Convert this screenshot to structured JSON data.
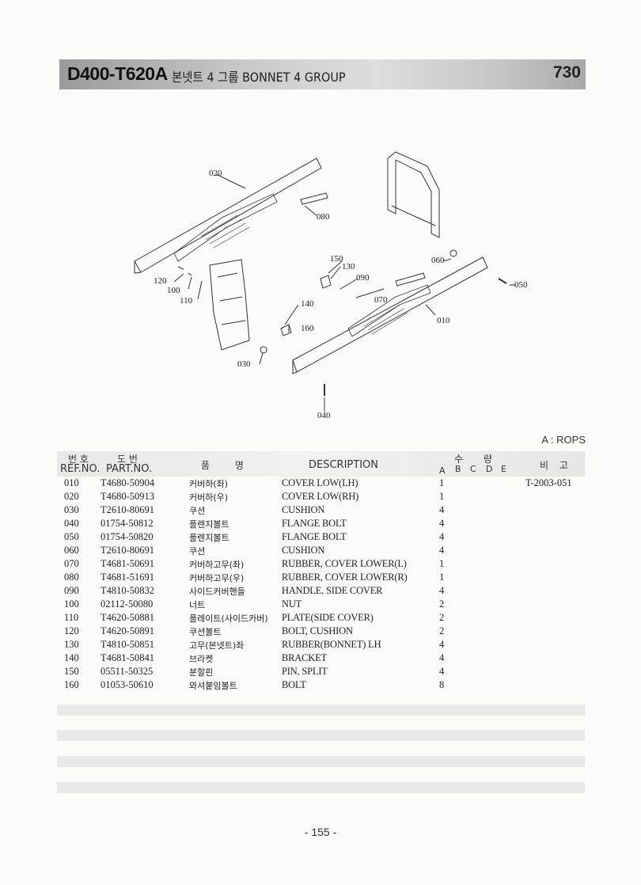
{
  "header": {
    "model": "D400-T620A",
    "group": "본넷트 4 그룹 BONNET 4 GROUP",
    "page_code": "730"
  },
  "diagram_labels": [
    "020",
    "080",
    "150",
    "130",
    "090",
    "060",
    "050",
    "120",
    "100",
    "110",
    "140",
    "070",
    "010",
    "160",
    "030",
    "040"
  ],
  "legend": "A : ROPS",
  "columns": {
    "ref_kor": "번 호",
    "ref": "REF.NO.",
    "part_kor": "도 번",
    "part": "PART.NO.",
    "name_kor": "품 명",
    "desc": "DESCRIPTION",
    "qty_kor": "수 량",
    "qty_sub": [
      "A",
      "B",
      "C",
      "D",
      "E"
    ],
    "remark_kor": "비 고"
  },
  "rows": [
    {
      "ref": "010",
      "part": "T4680-50904",
      "kor": "커버하(좌)",
      "desc": "COVER LOW(LH)",
      "qty": "1",
      "remark": "T-2003-051"
    },
    {
      "ref": "020",
      "part": "T4680-50913",
      "kor": "커버하(우)",
      "desc": "COVER LOW(RH)",
      "qty": "1",
      "remark": ""
    },
    {
      "ref": "030",
      "part": "T2610-80691",
      "kor": "쿠션",
      "desc": "CUSHION",
      "qty": "4",
      "remark": ""
    },
    {
      "ref": "040",
      "part": "01754-50812",
      "kor": "플렌지볼트",
      "desc": "FLANGE BOLT",
      "qty": "4",
      "remark": ""
    },
    {
      "ref": "050",
      "part": "01754-50820",
      "kor": "플렌지볼트",
      "desc": "FLANGE BOLT",
      "qty": "4",
      "remark": ""
    },
    {
      "ref": "060",
      "part": "T2610-80691",
      "kor": "쿠션",
      "desc": "CUSHION",
      "qty": "4",
      "remark": ""
    },
    {
      "ref": "070",
      "part": "T4681-50691",
      "kor": "커버하고무(좌)",
      "desc": "RUBBER, COVER LOWER(L)",
      "qty": "1",
      "remark": ""
    },
    {
      "ref": "080",
      "part": "T4681-51691",
      "kor": "커버하고무(우)",
      "desc": "RUBBER, COVER LOWER(R)",
      "qty": "1",
      "remark": ""
    },
    {
      "ref": "090",
      "part": "T4810-50832",
      "kor": "사이드커버핸들",
      "desc": "HANDLE, SIDE COVER",
      "qty": "4",
      "remark": ""
    },
    {
      "ref": "100",
      "part": "02112-50080",
      "kor": "너트",
      "desc": "NUT",
      "qty": "2",
      "remark": ""
    },
    {
      "ref": "110",
      "part": "T4620-50881",
      "kor": "플레이트(사이드카버)",
      "desc": "PLATE(SIDE COVER)",
      "qty": "2",
      "remark": ""
    },
    {
      "ref": "120",
      "part": "T4620-50891",
      "kor": "쿠션볼트",
      "desc": "BOLT, CUSHION",
      "qty": "2",
      "remark": ""
    },
    {
      "ref": "130",
      "part": "T4810-50851",
      "kor": "고무(본넷트)좌",
      "desc": "RUBBER(BONNET) LH",
      "qty": "4",
      "remark": ""
    },
    {
      "ref": "140",
      "part": "T4681-50841",
      "kor": "브라켓",
      "desc": "BRACKET",
      "qty": "4",
      "remark": ""
    },
    {
      "ref": "150",
      "part": "05511-50325",
      "kor": "분할핀",
      "desc": "PIN, SPLIT",
      "qty": "4",
      "remark": ""
    },
    {
      "ref": "160",
      "part": "01053-50610",
      "kor": "와셔붙임볼트",
      "desc": "BOLT",
      "qty": "8",
      "remark": ""
    }
  ],
  "page_number": "- 155 -"
}
